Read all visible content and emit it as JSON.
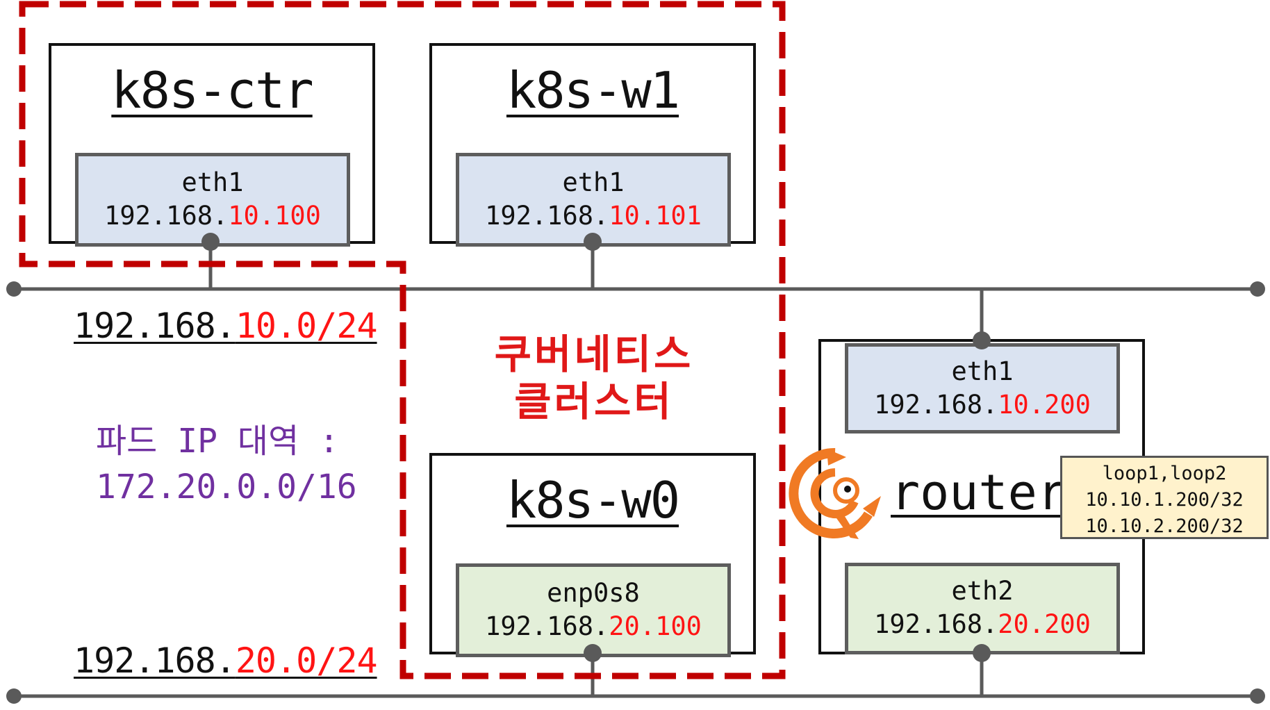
{
  "nodes": {
    "ctr": {
      "title": "k8s-ctr",
      "iface": "eth1",
      "ip_prefix": "192.168.",
      "ip_suffix": "10.100"
    },
    "w1": {
      "title": "k8s-w1",
      "iface": "eth1",
      "ip_prefix": "192.168.",
      "ip_suffix": "10.101"
    },
    "w0": {
      "title": "k8s-w0",
      "iface": "enp0s8",
      "ip_prefix": "192.168.",
      "ip_suffix": "20.100"
    }
  },
  "router": {
    "title": "router",
    "eth1": {
      "name": "eth1",
      "ip_prefix": "192.168.",
      "ip_suffix": "10.200"
    },
    "eth2": {
      "name": "eth2",
      "ip_prefix": "192.168.",
      "ip_suffix": "20.200"
    },
    "loopback": {
      "names": "loop1,loop2",
      "ip1": "10.10.1.200/32",
      "ip2": "10.10.2.200/32"
    }
  },
  "subnets": {
    "net10": {
      "prefix": "192.168.",
      "suffix": "10.0/24"
    },
    "net20": {
      "prefix": "192.168.",
      "suffix": "20.0/24"
    }
  },
  "cluster": {
    "line1": "쿠버네티스",
    "line2": "클러스터"
  },
  "pod_range": {
    "line1": "파드 IP 대역 :",
    "line2": "172.20.0.0/16"
  },
  "colors": {
    "highlight": "#ff1414",
    "cluster_border": "#c00000",
    "pod_text": "#7030a0",
    "iface_blue": "#dae3f1",
    "iface_green": "#e3efd9",
    "loop_box": "#fff2cc",
    "logo": "#f07a24"
  },
  "icons": {
    "router_logo": "bird-logo-icon"
  }
}
